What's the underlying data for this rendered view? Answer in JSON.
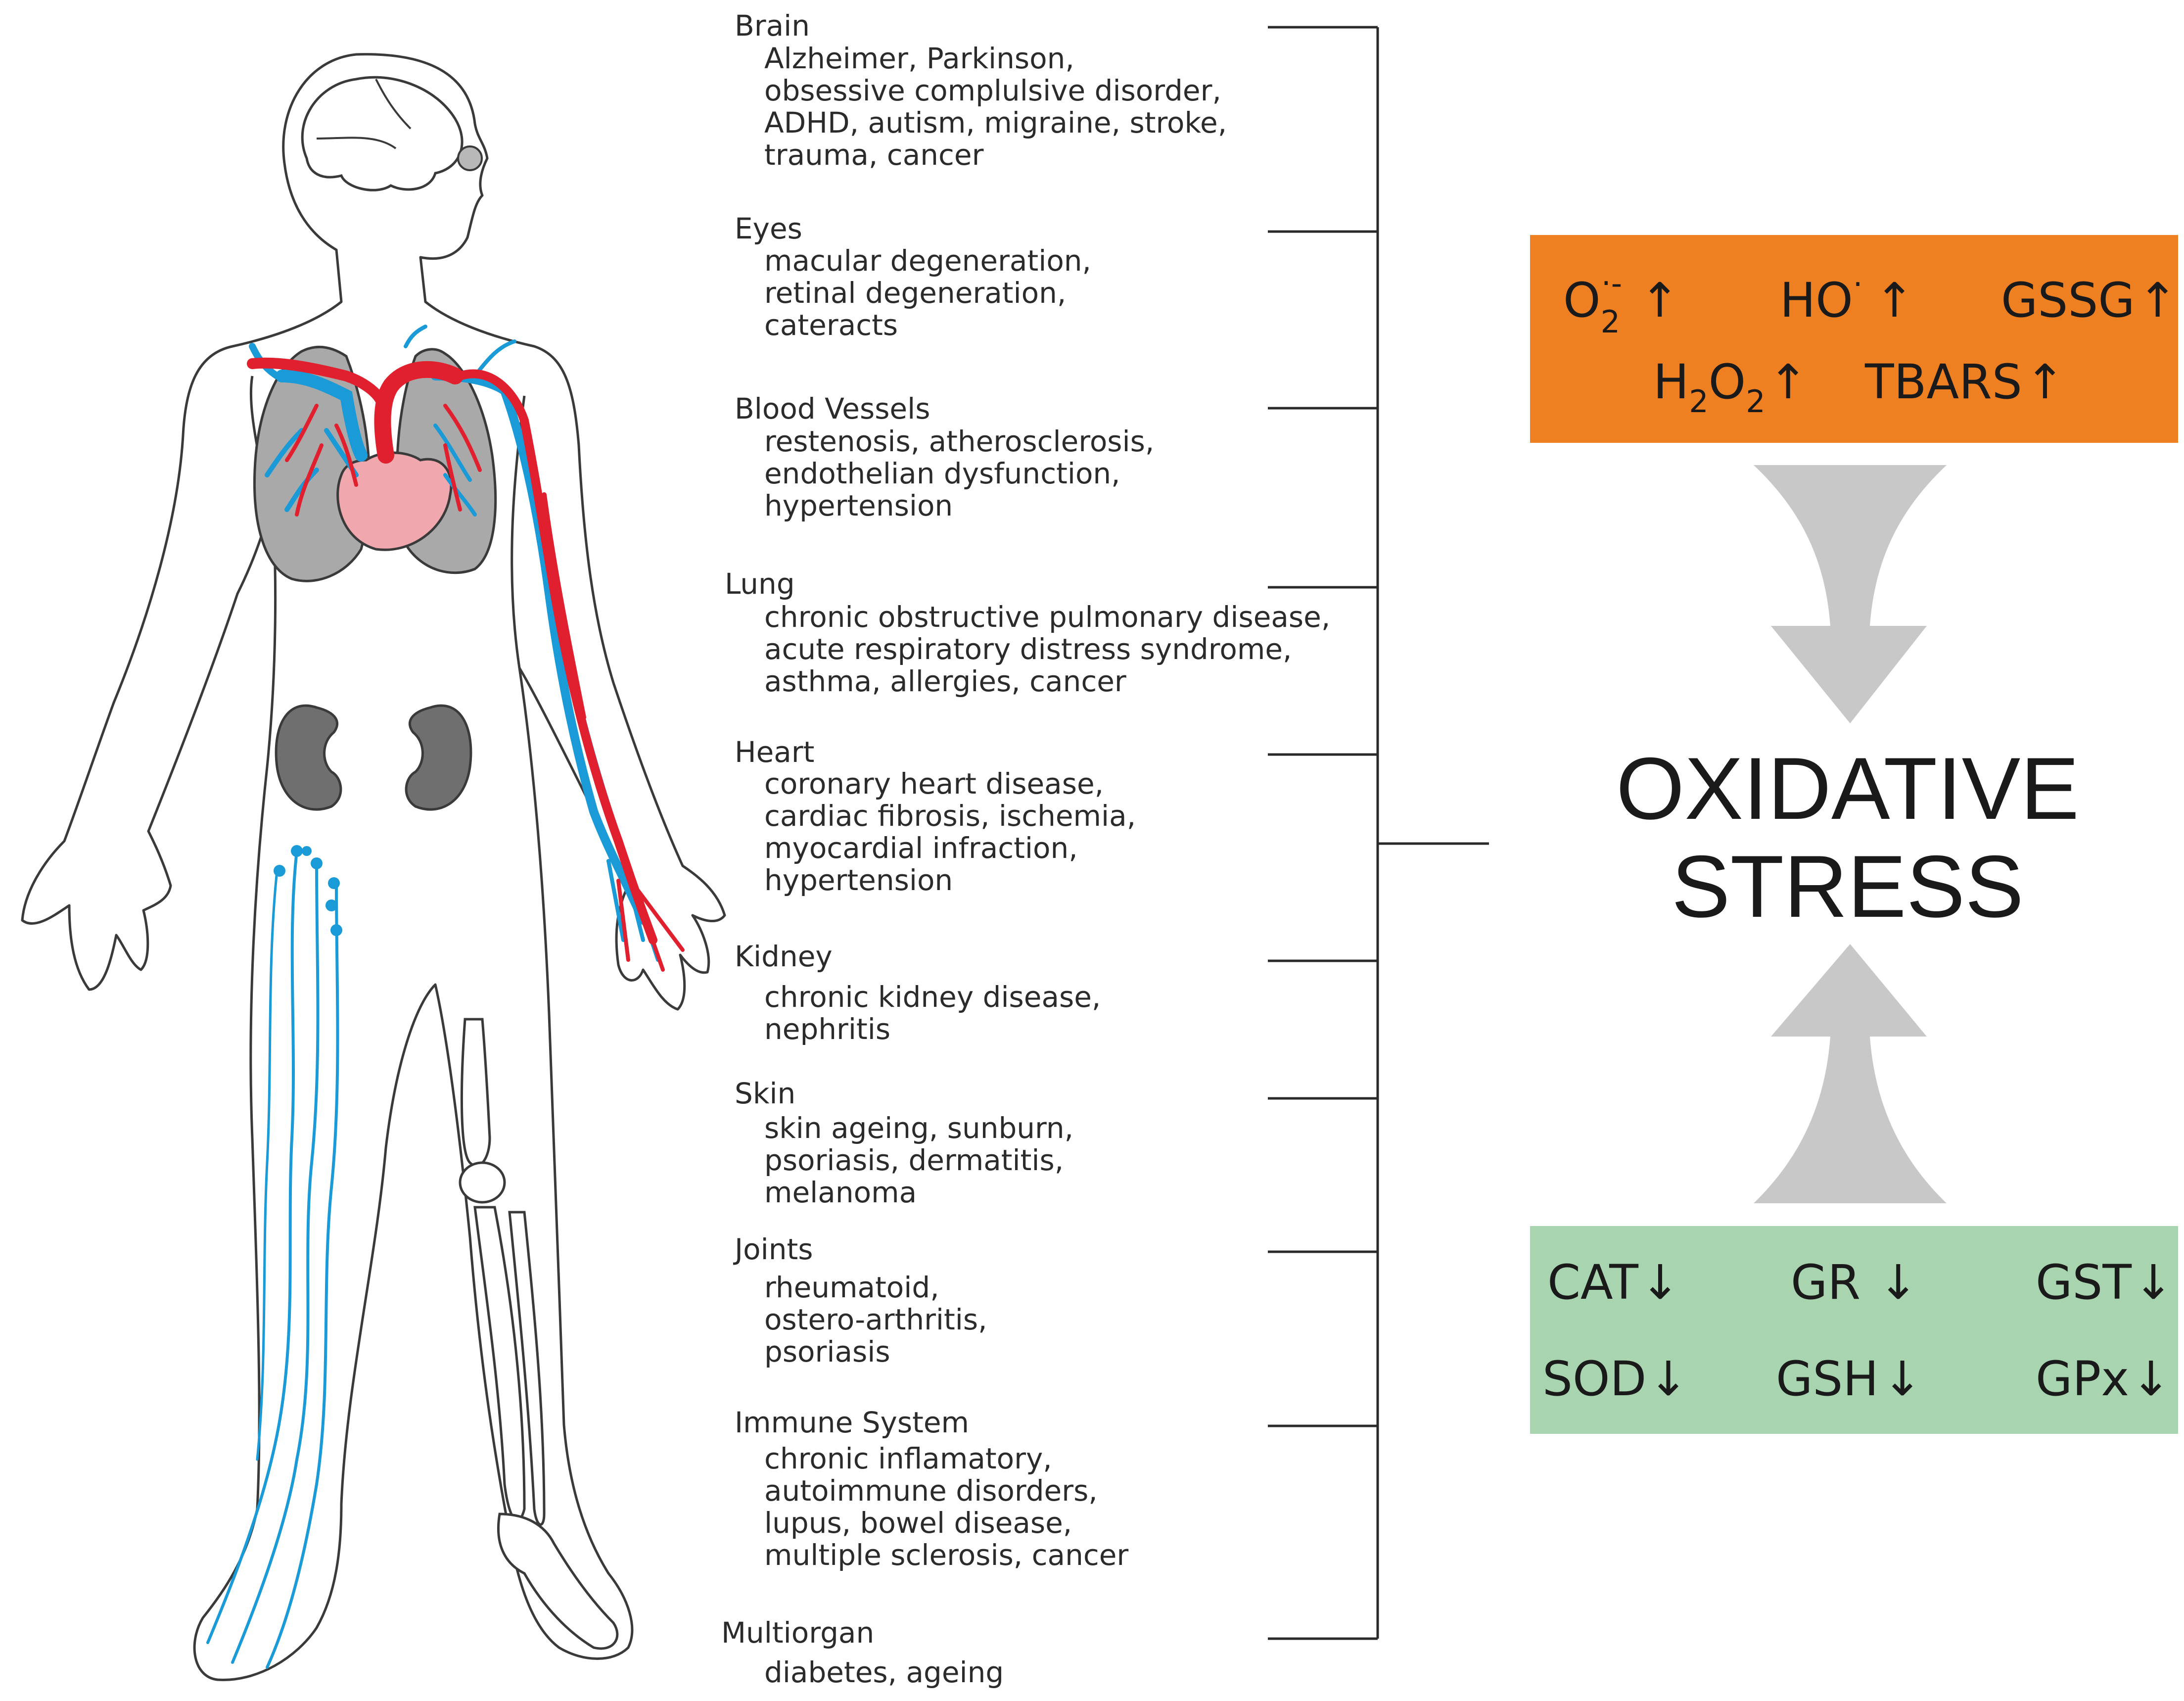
{
  "organs": [
    {
      "name": "Brain",
      "diseases": [
        "Alzheimer, Parkinson,",
        "obsessive complulsive disorder,",
        "ADHD, autism, migraine, stroke,",
        "trauma, cancer"
      ]
    },
    {
      "name": "Eyes",
      "diseases": [
        "macular degeneration,",
        "retinal degeneration,",
        "cateracts"
      ]
    },
    {
      "name": "Blood Vessels",
      "diseases": [
        "restenosis, atherosclerosis,",
        "endothelian dysfunction,",
        "hypertension"
      ]
    },
    {
      "name": "Lung",
      "diseases": [
        "chronic obstructive pulmonary disease,",
        "acute respiratory distress syndrome,",
        "asthma, allergies, cancer"
      ]
    },
    {
      "name": "Heart",
      "diseases": [
        "coronary heart disease,",
        "cardiac fibrosis, ischemia,",
        "myocardial infraction,",
        "hypertension"
      ]
    },
    {
      "name": "Kidney",
      "diseases": [
        "chronic kidney disease,",
        "nephritis"
      ]
    },
    {
      "name": "Skin",
      "diseases": [
        "skin ageing, sunburn,",
        "psoriasis, dermatitis,",
        "melanoma"
      ]
    },
    {
      "name": "Joints",
      "diseases": [
        "rheumatoid,",
        "ostero-arthritis,",
        "psoriasis"
      ]
    },
    {
      "name": "Immune System",
      "diseases": [
        "chronic inflamatory,",
        "autoimmune disorders,",
        "lupus, bowel disease,",
        "multiple sclerosis, cancer"
      ]
    },
    {
      "name": "Multiorgan",
      "diseases": [
        "diabetes, ageing"
      ]
    }
  ],
  "oxidants": {
    "superoxide": {
      "base": "O",
      "sub": "2",
      "sup": "·-",
      "arrow": "↑"
    },
    "hydroxyl": {
      "text": "HO",
      "sup": "·",
      "arrow": "↑"
    },
    "gssg": {
      "text": "GSSG",
      "arrow": "↑"
    },
    "h2o2": {
      "a": "H",
      "sub1": "2",
      "b": "O",
      "sub2": "2",
      "arrow": "↑"
    },
    "tbars": {
      "text": "TBARS",
      "arrow": "↑"
    }
  },
  "center": {
    "line1": "OXIDATIVE",
    "line2": "STRESS"
  },
  "antioxidants": [
    {
      "text": "CAT",
      "arrow": "↓"
    },
    {
      "text": "GR",
      "arrow": "↓"
    },
    {
      "text": "GST",
      "arrow": "↓"
    },
    {
      "text": "SOD",
      "arrow": "↓"
    },
    {
      "text": "GSH",
      "arrow": "↓"
    },
    {
      "text": "GPx",
      "arrow": "↓"
    }
  ],
  "colors": {
    "oxidant_box": "#ef8022",
    "antioxidant_box": "#a8d5b0",
    "arrow": "#c8c8c8",
    "artery": "#e0202e",
    "vein": "#1a9ad6",
    "organ_gray": "#a9a9a9",
    "kidney": "#6f6f6f",
    "heart": "#f0a7ad"
  }
}
